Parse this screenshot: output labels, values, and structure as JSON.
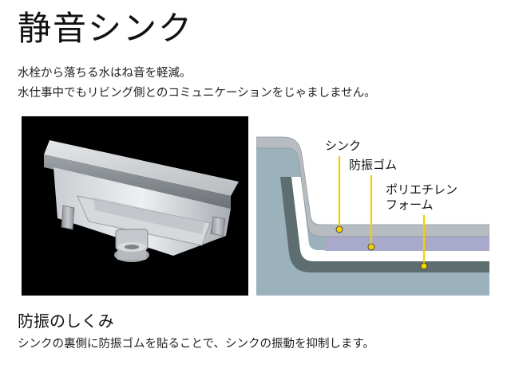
{
  "title": "静音シンク",
  "description": {
    "line1": "水栓から落ちる水はね音を軽減。",
    "line2": "水仕事中でもリビング側とのコミュニケーションをじゃましません。"
  },
  "diagram": {
    "labels": {
      "sink": "シンク",
      "rubber": "防振ゴム",
      "foam_line1": "ポリエチレン",
      "foam_line2": "フォーム"
    },
    "colors": {
      "background": "#9bb1bc",
      "sink_layer": "#b7bcc1",
      "rubber_layer": "#a9a9cc",
      "foam_layer": "#5e6e70",
      "leader": "#f2d000"
    }
  },
  "mechanism": {
    "heading": "防振のしくみ",
    "caption": "シンクの裏側に防振ゴムを貼ることで、シンクの振動を抑制します。"
  }
}
